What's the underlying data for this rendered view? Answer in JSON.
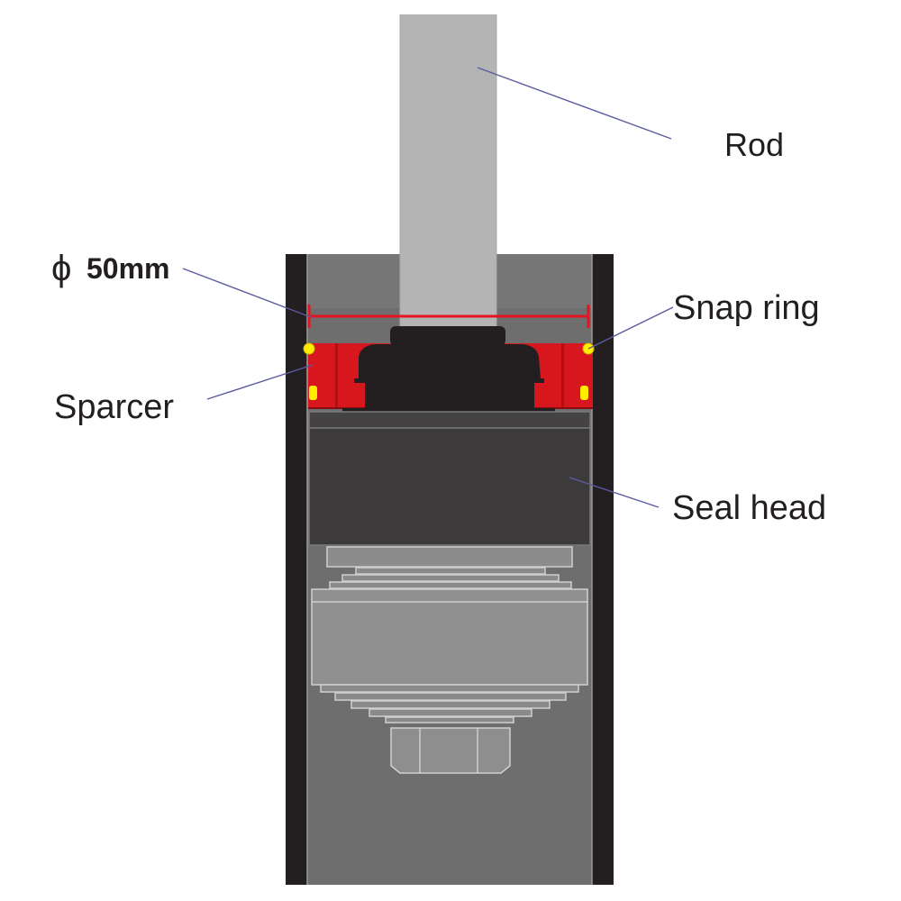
{
  "labels": {
    "rod": "Rod",
    "diameter_symbol": "ϕ",
    "diameter_value": "50mm",
    "snap_ring": "Snap ring",
    "spacer": "Sparcer",
    "seal_head": "Seal head"
  },
  "colors": {
    "tube": "#231f20",
    "inner_bore": "#6e6e6e",
    "rod": "#b4b4b4",
    "spacer": "#d7161d",
    "snap_ring": "#ffec00",
    "seal_head": "#3c3a3a",
    "dimension_line": "#e6141e",
    "leader_line": "#5a5aa0"
  },
  "icons": {
    "diameter": "diameter-symbol-icon"
  }
}
